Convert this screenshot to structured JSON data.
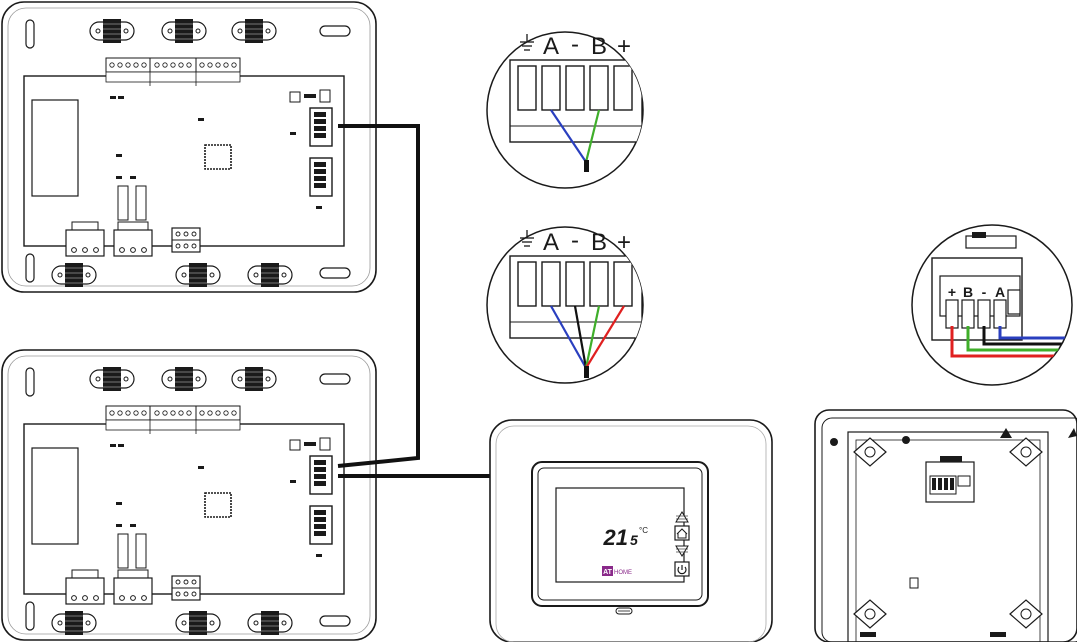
{
  "terminal_top": {
    "pins": [
      "A",
      "-",
      "B",
      "+"
    ],
    "wire_colors": {
      "A": "#2a3fbf",
      "B": "#3fae2a"
    }
  },
  "terminal_middle": {
    "pins": [
      "A",
      "-",
      "B",
      "+"
    ],
    "wire_colors": {
      "A": "#2a3fbf",
      "-": "#111111",
      "B": "#3fae2a",
      "+": "#e02020"
    }
  },
  "terminal_right": {
    "pins": [
      "+",
      "B",
      "-",
      "A"
    ],
    "wire_colors": {
      "+": "#e02020",
      "B": "#3fae2a",
      "-": "#111111",
      "A": "#2a3fbf"
    }
  },
  "thermostat": {
    "temperature_main": "21",
    "temperature_decimal": "5",
    "unit": "°C",
    "brand_mark": "AT",
    "brand_text": "HOME",
    "icons": [
      "arrow-up-icon",
      "home-icon",
      "arrow-down-icon",
      "power-icon"
    ]
  },
  "colors": {
    "outline": "#1a1a1a",
    "wire_blue": "#2a3fbf",
    "wire_green": "#3fae2a",
    "wire_red": "#e02020",
    "wire_black": "#111111",
    "brand": "#8a2a8a"
  }
}
